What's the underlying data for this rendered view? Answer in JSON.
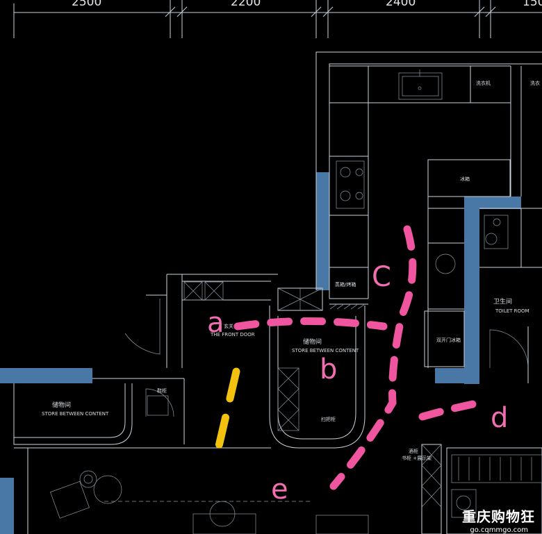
{
  "dimensions": [
    "2500",
    "2200",
    "2400",
    "150"
  ],
  "rooms": {
    "entrance_cn": "玄关",
    "entrance_en": "THE FRONT DOOR",
    "storage_center_cn": "储物间",
    "storage_center_en": "STORE BETWEEN CONTENT",
    "storage_left_cn": "储物间",
    "storage_left_en": "STORE BETWEEN CONTENT",
    "toilet_cn": "卫生间",
    "toilet_en": "TOILET ROOM"
  },
  "labels": {
    "sink_cabinet": "洗衣机",
    "fridge": "冰箱",
    "oven": "蒸箱/烤箱",
    "double_fridge": "双开门冰箱",
    "shoe_cabinet": "鞋柜",
    "broom_cabinet": "扫把柜",
    "wine_cabinet": "酒柜",
    "display_cabinet": "书柜\n+展示架",
    "top_right": "洗衣"
  },
  "markers": {
    "a": "a",
    "b": "b",
    "c": "C",
    "d": "d",
    "e": "e"
  },
  "colors": {
    "background": "#000000",
    "wall": "#4a78a6",
    "pink_path": "#f0559f",
    "yellow_path": "#f2c20f",
    "line": "#c9d3dc"
  },
  "watermark": {
    "main": "重庆购物狂",
    "sub": "go.cqmmgo.com"
  }
}
